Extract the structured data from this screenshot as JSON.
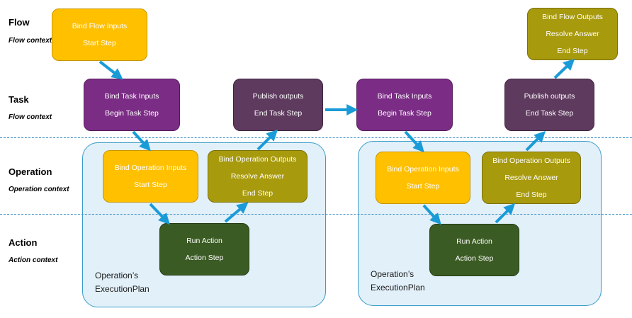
{
  "lanes": {
    "flow": {
      "title": "Flow",
      "context": "Flow context"
    },
    "task": {
      "title": "Task",
      "context": "Flow context"
    },
    "operation": {
      "title": "Operation",
      "context": "Operation context"
    },
    "action": {
      "title": "Action",
      "context": "Action context"
    }
  },
  "plans": {
    "left": {
      "line1": "Operation’s",
      "line2": "ExecutionPlan"
    },
    "right": {
      "line1": "Operation’s",
      "line2": "ExecutionPlan"
    }
  },
  "nodes": {
    "flow_start": {
      "line1": "Bind Flow Inputs",
      "line2": "Start Step"
    },
    "task1_begin": {
      "line1": "Bind Task Inputs",
      "line2": "Begin Task Step"
    },
    "task1_end": {
      "line1": "Publish outputs",
      "line2": "End Task Step"
    },
    "task2_begin": {
      "line1": "Bind Task Inputs",
      "line2": "Begin Task Step"
    },
    "task2_end": {
      "line1": "Publish outputs",
      "line2": "End Task Step"
    },
    "flow_end": {
      "line1": "Bind Flow Outputs",
      "line2": "Resolve Answer",
      "line3": "End Step"
    },
    "op1_start": {
      "line1": "Bind Operation Inputs",
      "line2": "Start Step"
    },
    "op1_end": {
      "line1": "Bind Operation Outputs",
      "line2": "Resolve Answer",
      "line3": "End Step"
    },
    "op2_start": {
      "line1": "Bind Operation Inputs",
      "line2": "Start Step"
    },
    "op2_end": {
      "line1": "Bind Operation Outputs",
      "line2": "Resolve Answer",
      "line3": "End Step"
    },
    "action1": {
      "line1": "Run Action",
      "line2": "Action Step"
    },
    "action2": {
      "line1": "Run Action",
      "line2": "Action Step"
    }
  },
  "colors": {
    "start_step": "#ffc000",
    "task_begin": "#7b2c85",
    "task_end": "#5e3a5e",
    "end_step": "#a89a0d",
    "action_step": "#3b5b24",
    "arrow": "#1a9bd7",
    "plan_fill": "#e2f0f9"
  }
}
